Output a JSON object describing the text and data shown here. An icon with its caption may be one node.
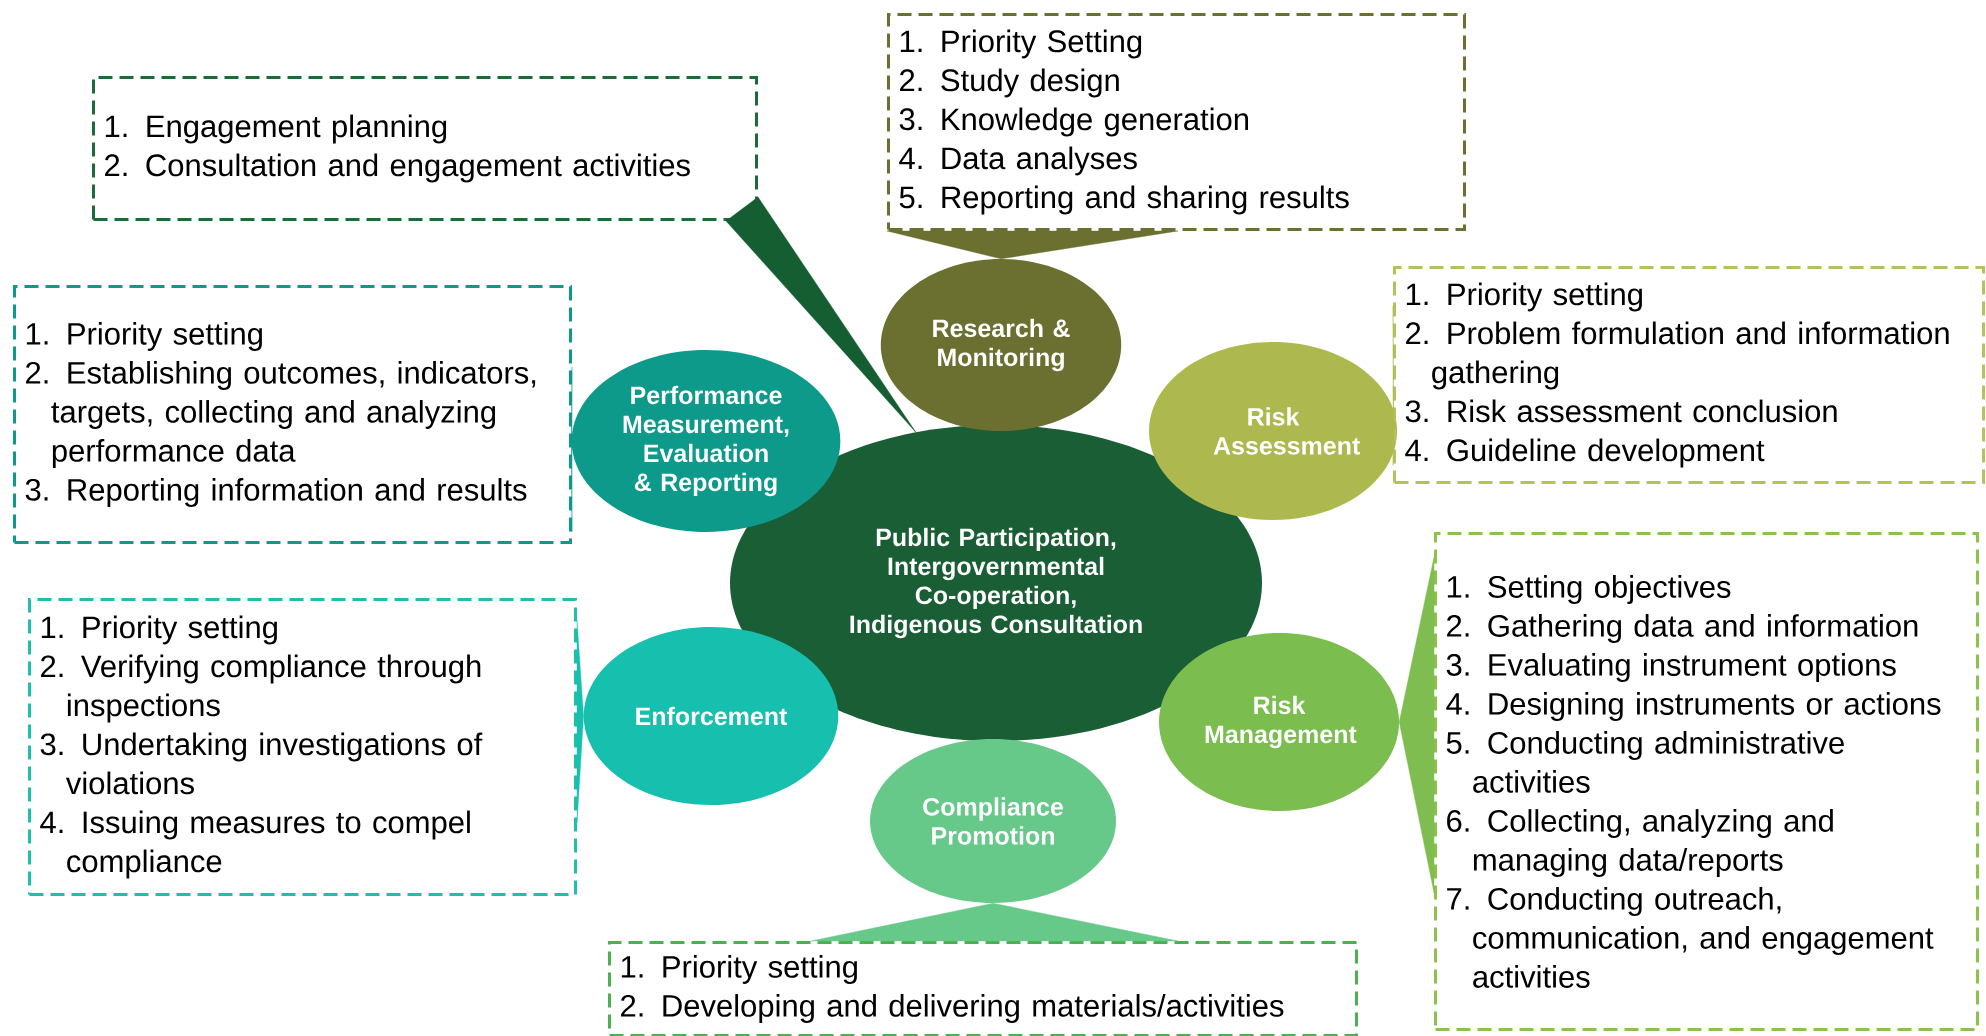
{
  "diagram": {
    "nodes": [
      {
        "text": [
          "Public Participation, Intergovernmental Co-operation, Indigenous Consultation"
        ]
      },
      {
        "text": [
          "Research & Monitoring"
        ]
      },
      {
        "text": [
          "1. Priority Setting",
          "2. Study design",
          "3. Knowledge generation",
          "4. Data analyses",
          "5. Reporting and sharing results"
        ]
      },
      {
        "text": [
          "Risk Assessment"
        ]
      },
      {
        "text": [
          "1. Priority setting",
          "2. Problem formulation and information gathering",
          "3. Risk assessment conclusion",
          "4. Guideline development"
        ]
      },
      {
        "text": [
          "Risk Management"
        ]
      },
      {
        "text": [
          "1. Setting objectives",
          "2. Gathering data and information",
          "3. Evaluating instrument options",
          "4. Designing instruments or actions",
          "5. Conducting administrative activities",
          "6. Collecting, analyzing and managing data/reports",
          "7. Conducting outreach, communication, and engagement activities"
        ]
      },
      {
        "text": [
          "Compliance Promotion"
        ]
      },
      {
        "text": [
          "1. Priority setting",
          "2. Developing and delivering materials/activities"
        ]
      },
      {
        "text": [
          "Enforcement"
        ]
      },
      {
        "text": [
          "1. Priority setting",
          "2. Verifying compliance through inspections",
          "3. Undertaking investigations of violations",
          "4. Issuing measures to compel compliance"
        ]
      },
      {
        "text": [
          "Performance Measurement, Evaluation & Reporting"
        ]
      },
      {
        "text": [
          "1. Priority setting",
          "2. Establishing outcomes, indicators, targets, collecting and analyzing performance data",
          "3. Reporting information and results"
        ]
      },
      {
        "text": [
          "1. Engagement planning",
          "2. Consultation and engagement activities"
        ]
      }
    ],
    "edges": [
      {
        "from": 2,
        "to": 1,
        "arrow": "none",
        "color": "#6b6f30"
      },
      {
        "from": 4,
        "to": 3,
        "arrow": "none",
        "color": "#adb94f"
      },
      {
        "from": 6,
        "to": 5,
        "arrow": "none",
        "color": "#80bd50"
      },
      {
        "from": 8,
        "to": 7,
        "arrow": "none",
        "color": "#66c98a"
      },
      {
        "from": 10,
        "to": 9,
        "arrow": "none",
        "color": "#17bfae"
      },
      {
        "from": 12,
        "to": 11,
        "arrow": "none",
        "color": "#0e9a8a"
      },
      {
        "from": 13,
        "to": 0,
        "arrow": "none",
        "color": "#155e32"
      }
    ]
  }
}
